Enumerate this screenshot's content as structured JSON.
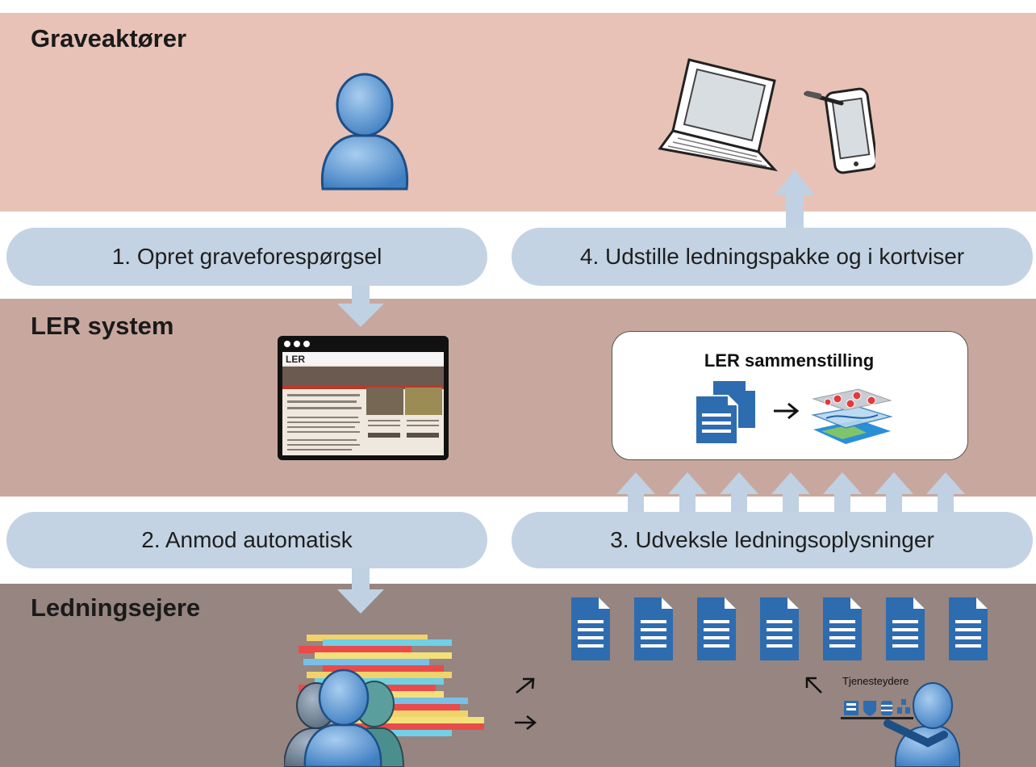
{
  "bands": {
    "graveaktorer": "Graveaktører",
    "ler_system": "LER system",
    "ledningsejere": "Ledningsejere"
  },
  "steps": {
    "step1": "1. Opret graveforespørgsel",
    "step2": "2. Anmod automatisk",
    "step3": "3. Udveksle ledningsoplysninger",
    "step4": "4. Udstille ledningspakke og i kortviser"
  },
  "ler_box": {
    "title": "LER sammenstilling"
  },
  "service_provider": {
    "label": "Tjenesteydere"
  },
  "website": {
    "logo": "LER"
  },
  "colors": {
    "band_top": "#e8c2b6",
    "band_middle": "#c8a89e",
    "band_bottom": "#968580",
    "pill": "#c3d3e3",
    "arrow": "#c0d1e3",
    "person_blue": "#5b95cf",
    "document_blue": "#2e6cb0"
  },
  "icons": [
    "person-icon",
    "laptop-icon",
    "tablet-icon",
    "website-screenshot-icon",
    "documents-icon",
    "layered-map-icon",
    "document-icon",
    "group-icon",
    "service-provider-icon"
  ]
}
